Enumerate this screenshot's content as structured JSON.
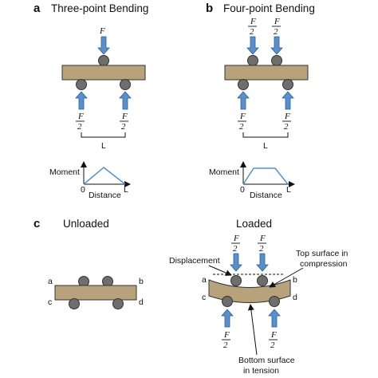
{
  "panel_a": {
    "letter": "a",
    "title": "Three-point Bending",
    "load_top": "F",
    "support_num": "F",
    "support_den": "2",
    "span": "L",
    "plot": {
      "ylabel": "Moment",
      "xlabel": "Distance",
      "x_start": "0",
      "x_end": "L"
    }
  },
  "panel_b": {
    "letter": "b",
    "title": "Four-point Bending",
    "load_num": "F",
    "load_den": "2",
    "support_num": "F",
    "support_den": "2",
    "span": "L",
    "plot": {
      "ylabel": "Moment",
      "xlabel": "Distance",
      "x_start": "0",
      "x_end": "L"
    }
  },
  "panel_c": {
    "letter": "c",
    "unloaded_title": "Unloaded",
    "loaded_title": "Loaded",
    "corners_unloaded": [
      "a",
      "b",
      "c",
      "d"
    ],
    "corners_loaded": [
      "a",
      "b",
      "c",
      "d"
    ],
    "load_num": "F",
    "load_den": "2",
    "support_num": "F",
    "support_den": "2",
    "displacement": "Displacement",
    "top_surface": [
      "Top surface in",
      "compression"
    ],
    "bottom_surface": [
      "Bottom surface",
      "in tension"
    ]
  },
  "colors": {
    "beam_fill": "#b8a27c",
    "roller": "#6e6e6e",
    "arrow": "#5b8fc9",
    "plot_line": "#5b8fc9"
  }
}
